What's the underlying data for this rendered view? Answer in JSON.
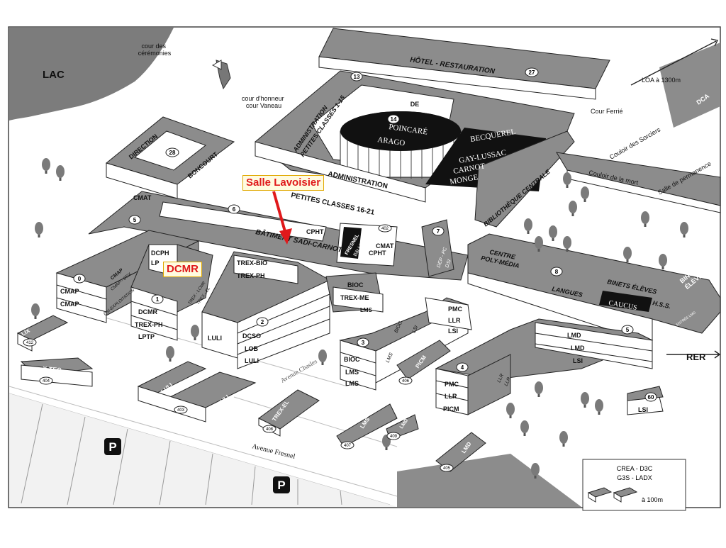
{
  "map": {
    "areas": {
      "lac": "LAC",
      "cour_ceremonies": "cour des\ncérémonies",
      "cour_honneur": "cour d'honneur\ncour Vaneau",
      "cour_ferrie": "Cour Ferrié",
      "couloir_sorciers": "Couloir des Sorciers",
      "couloir_mort": "Couloir de la mort",
      "salle_permanence": "Salle de permanence",
      "loa": "LOA à 1300m",
      "rer": "RER",
      "avenue_fresnel": "Avenue Fresnel",
      "avenue_chasles": "Avenue Chasles",
      "batiment_sadi_carnot": "BÂTIMENT SADI-CARNOT",
      "entree_lmd": "ENTRÉE LMD"
    },
    "buildings": {
      "hotel": "HÔTEL - RESTAURATION",
      "admin_petites_classes": "ADMINISTRATION\nPETITES CLASSES 1-15",
      "de": "DE",
      "poincare": "POINCARÉ",
      "arago": "ARAGO",
      "becquerel": "BECQUEREL",
      "gay_lussac": "GAY-LUSSAC",
      "carnot": "CARNOT",
      "monge": "MONGE",
      "bibliotheque": "BIBLIOTHÈQUE CENTRALE",
      "administration": "ADMINISTRATION",
      "petites_classes_16_21": "PETITES CLASSES 16-21",
      "direction": "DIRECTION",
      "boncourt": "BONCOURT",
      "dca": "DCA",
      "cmat": "CMAT",
      "cpht": "CPHT",
      "cmat_cpht": "CMAT\nCPHT",
      "fresnel": "FRESNEL",
      "bat_lix": "Bât LIX",
      "centre_poly_media": "CENTRE\nPOLY-MÉDIA",
      "langues": "LANGUES",
      "binets_eleves": "BINETS ÉLÈVES",
      "binets_eleves_2": "BINETS\nÉLÈVES",
      "caucus": "CAUCUS",
      "hss": "H.S.S.",
      "dep_pc": "DEP - PC",
      "dsi": "DSI",
      "cmap": "CMAP",
      "cmap_stix": "CMAP - STIX",
      "dsi_exploitation": "DSI-EXPLOITATION",
      "lix": "LIX",
      "xtec": "X.TEC",
      "dcph": "DCPH",
      "lp": "LP",
      "dcmr": "DCMR",
      "trex_ph": "TREX-PH",
      "lptp": "LPTP",
      "trex_lcmr": "TREX - LCMR",
      "trex_el": "TREX - EL",
      "trex_el_2": "TREX-EL",
      "trex_bio": "TREX-BIO",
      "luli": "LULI",
      "dcso": "DCSO",
      "lob": "LOB",
      "bioc": "BIOC",
      "trex_me": "TREX-ME",
      "lms": "LMS",
      "pmc": "PMC",
      "llr": "LLR",
      "lsi": "LSI",
      "lmd": "LMD",
      "picm": "PICM"
    },
    "numbers": {
      "n13": "13",
      "n14": "14",
      "n27": "27",
      "n28": "28",
      "n5a": "5",
      "n6": "6",
      "n7": "7",
      "n8": "8",
      "n0": "0",
      "n1": "1",
      "n2": "2",
      "n3": "3",
      "n4": "4",
      "n5b": "5",
      "n60": "60",
      "n402": "402",
      "n404": "404",
      "n412": "412",
      "n403": "403",
      "n406": "406",
      "n405": "405",
      "n407": "407",
      "n408": "408",
      "n409": "409"
    },
    "parking_label": "P",
    "legend": {
      "line1": "CREA - D3C",
      "line2": "G3S - LADX",
      "distance": "à 100m"
    }
  },
  "callouts": {
    "salle_lavoisier": "Salle Lavoisier",
    "dcmr": "DCMR"
  },
  "colors": {
    "roof": "#8c8c8c",
    "dark_roof": "#6e6e6e",
    "wall": "#ffffff",
    "black_block": "#111111",
    "callout_text": "#e0191b",
    "callout_bg": "#fffbe0",
    "arrow": "#e0191b"
  },
  "icons": [
    "tree-icon",
    "parking-icon",
    "flag-icon",
    "arrow-icon"
  ]
}
